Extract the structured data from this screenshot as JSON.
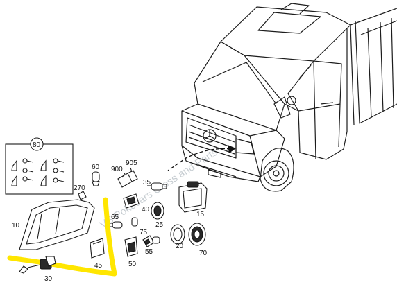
{
  "watermark": "VS Pokocars Cross and Parts",
  "callouts": {
    "c80": "80",
    "c60": "60",
    "c900": "900",
    "c905": "905",
    "c270": "270",
    "c35": "35",
    "c15": "15",
    "c40": "40",
    "c65": "65",
    "c25": "25",
    "c75": "75",
    "c10": "10",
    "c20": "20",
    "c70": "70",
    "c55": "55",
    "c50": "50",
    "c45": "45",
    "c30": "30"
  },
  "colors": {
    "highlight": "#ffe600",
    "line": "#1a1a1a",
    "background": "#ffffff"
  }
}
